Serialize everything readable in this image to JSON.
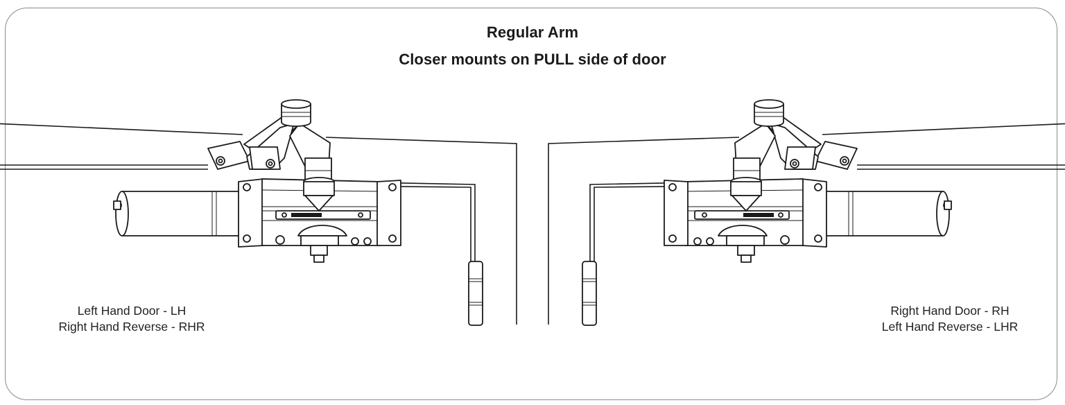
{
  "header": {
    "title": "Regular Arm",
    "subtitle": "Closer mounts on PULL side of door"
  },
  "diagrams": {
    "left": {
      "line1": "Left Hand Door - LH",
      "line2": "Right Hand Reverse - RHR"
    },
    "right": {
      "line1": "Right Hand Door - RH",
      "line2": "Left Hand Reverse - LHR"
    }
  },
  "colors": {
    "border": "#8a8a8a",
    "line": "#1a1a1a",
    "background": "#ffffff"
  }
}
